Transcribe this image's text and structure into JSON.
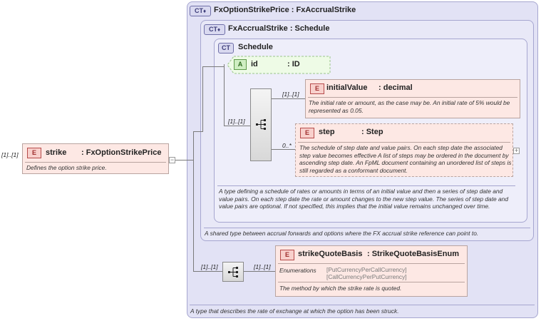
{
  "ct_badge": "CT",
  "attr_badge": "A",
  "elem_badge": "E",
  "toggle_minus": "−",
  "toggle_plus": "+",
  "types": {
    "outer": {
      "title": "FxOptionStrikePrice : FxAccrualStrike",
      "description": "A type that describes the rate of exchange at which the option has been struck."
    },
    "accrual": {
      "title": "FxAccrualStrike : Schedule",
      "description": "A shared type between accrual forwards and options where the FX accrual strike reference can point to."
    },
    "schedule": {
      "title": "Schedule",
      "description": "A type defining a schedule of rates or amounts in terms of an initial value and then a series of step date and value pairs. On each step date the rate or amount changes to the new step value. The series of step date and value pairs are optional. If not specified, this implies that the initial value remains unchanged over time."
    }
  },
  "attribute_id": {
    "name": "id",
    "type": ": ID"
  },
  "root": {
    "occurrence": "[1]..[1]",
    "name": "strike",
    "type": ": FxOptionStrikePrice",
    "description": "Defines the option strike price."
  },
  "initialValue": {
    "occurrence": "[1]..[1]",
    "name": "initialValue",
    "type": ": decimal",
    "description": "The initial rate or amount, as the case may be. An initial rate of 5% would be represented as 0.05."
  },
  "step": {
    "occurrence": "0..*",
    "name": "step",
    "type": ": Step",
    "description": "The schedule of step date and value pairs. On each step date the associated step value becomes effective A list of steps may be ordered in the document by ascending step date. An FpML document containing an unordered list of steps is still regarded as a conformant document."
  },
  "schedule_sequence": {
    "occurrence": "[1]..[1]"
  },
  "strikeQuoteBasis": {
    "occurrence": "[1]..[1]",
    "name": "strikeQuoteBasis",
    "type": ": StrikeQuoteBasisEnum",
    "enumerations_label": "Enumerations",
    "enumerations": [
      "[PutCurrencyPerCallCurrency]",
      "[CallCurrencyPerPutCurrency]"
    ],
    "description": "The method by which the strike rate is quoted."
  },
  "outer_sequence": {
    "occurrence": "[1]..[1]"
  }
}
